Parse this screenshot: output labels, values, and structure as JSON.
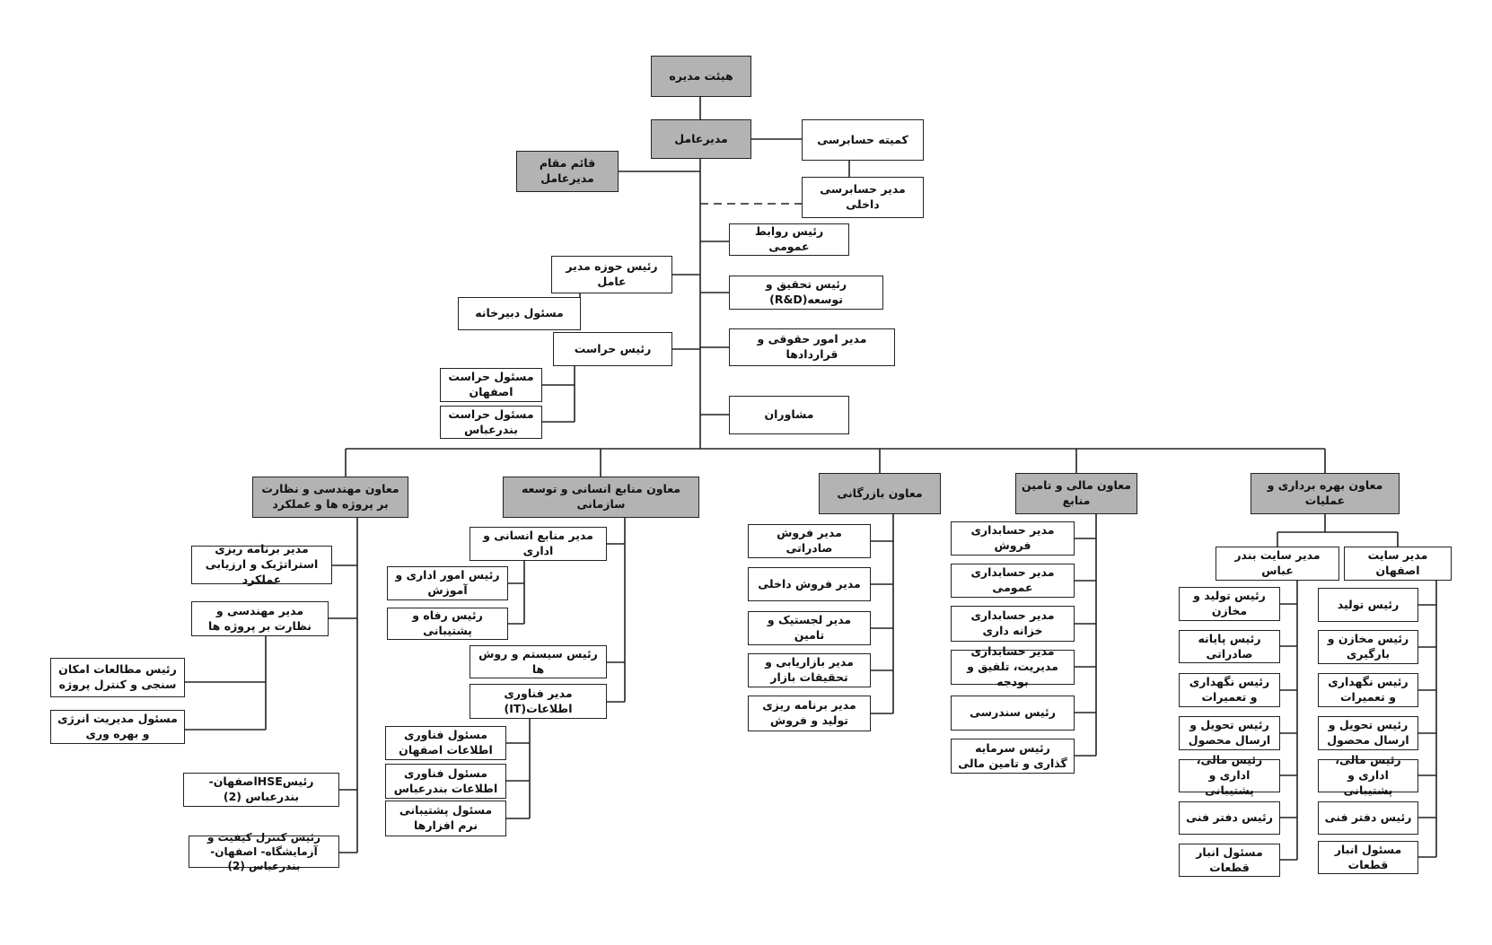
{
  "chart": {
    "board": "هیئت مدیره",
    "ceo": "مدیرعامل",
    "audit_committee": "کمیته حسابرسی",
    "deputy_ceo": "قائم مقام مدیرعامل",
    "internal_audit": "مدیر حسابرسی داخلی",
    "public_relations": "رئیس روابط عمومی",
    "ceo_office_head": "رئیس حوزه مدیر عامل",
    "secretariat": "مسئول دبیرخانه",
    "rnd": "رئیس تحقیق و توسعه(R&D)",
    "legal": "مدیر امور حقوقی و قراردادها",
    "security_head": "رئیس حراست",
    "security_isfahan": "مسئول حراست اصفهان",
    "security_bandar": "مسئول حراست بندرعباس",
    "advisors": "مشاوران",
    "vp_engineering": "معاون مهندسی و نظارت بر پروژه ها و عملکرد",
    "vp_hr": "معاون منابع انسانی و توسعه سازمانی",
    "vp_commercial": "معاون بازرگانی",
    "vp_finance": "معاون مالی و تامین منابع",
    "vp_operations": "معاون بهره برداری و عملیات",
    "eng_strategic": "مدیر برنامه ریزی استراتژیک و ارزیابی عملکرد",
    "eng_manager": "مدیر مهندسی و نظارت بر پروژه ها",
    "eng_feasibility": "رئیس مطالعات امکان سنجی و کنترل پروژه",
    "eng_energy": "مسئول مدیریت انرژی و بهره وری",
    "eng_hse": "رئیسHSEاصفهان- بندرعباس (2)",
    "eng_qc": "رئیس کنترل کیفیت و آزمایشگاه- اصفهان- بندرعباس (2)",
    "hr_manager": "مدیر منابع انسانی و اداری",
    "hr_admin": "رئیس امور اداری و آموزش",
    "hr_welfare": "رئیس رفاه و پشتیبانی",
    "hr_systems": "رئیس سیستم و روش ها",
    "hr_it": "مدیر فناوری اطلاعات(IT)",
    "it_isfahan": "مسئول فناوری اطلاعات اصفهان",
    "it_bandar": "مسئول فناوری اطلاعات بندرعباس",
    "it_software": "مسئول پشتیبانی نرم افزارها",
    "com_export": "مدیر فروش صادراتی",
    "com_domestic": "مدیر فروش داخلی",
    "com_logistics": "مدیر لجستیک و تامین",
    "com_marketing": "مدیر بازاریابی و تحقیقات بازار",
    "com_planning": "مدیر برنامه ریزی تولید و فروش",
    "fin_sales_acc": "مدیر حسابداری فروش",
    "fin_general_acc": "مدیر حسابداری عمومی",
    "fin_treasury": "مدیر حسابداری خزانه داری",
    "fin_management_acc": "مدیر حسابداری مدیریت، تلفیق و بودجه",
    "fin_documents": "رئیس سندرسی",
    "fin_investment": "رئیس سرمایه گذاری و تامین مالی",
    "ops_bandar_site": "مدیر سایت بندر عباس",
    "ops_isfahan_site": "مدیر سایت اصفهان",
    "bnd_production": "رئیس تولید و مخازن",
    "bnd_terminal": "رئیس پایانه صادراتی",
    "bnd_maintenance": "رئیس نگهداری و تعمیرات",
    "bnd_delivery": "رئیس تحویل و ارسال محصول",
    "bnd_finance": "رئیس مالی، اداری و پشتیبانی",
    "bnd_technical": "رئیس دفتر فنی",
    "bnd_warehouse": "مسئول انبار قطعات",
    "isf_production": "رئیس تولید",
    "isf_storage": "رئیس مخازن و بارگیری",
    "isf_maintenance": "رئیس نگهداری و تعمیرات",
    "isf_delivery": "رئیس تحویل و ارسال محصول",
    "isf_finance": "رئیس مالی، اداری و پشتیبانی",
    "isf_technical": "رئیس دفتر فنی",
    "isf_warehouse": "مسئول انبار قطعات"
  },
  "colors": {
    "header_fill": "#b3b3b3",
    "box_fill": "#ffffff",
    "line": "#222222"
  }
}
